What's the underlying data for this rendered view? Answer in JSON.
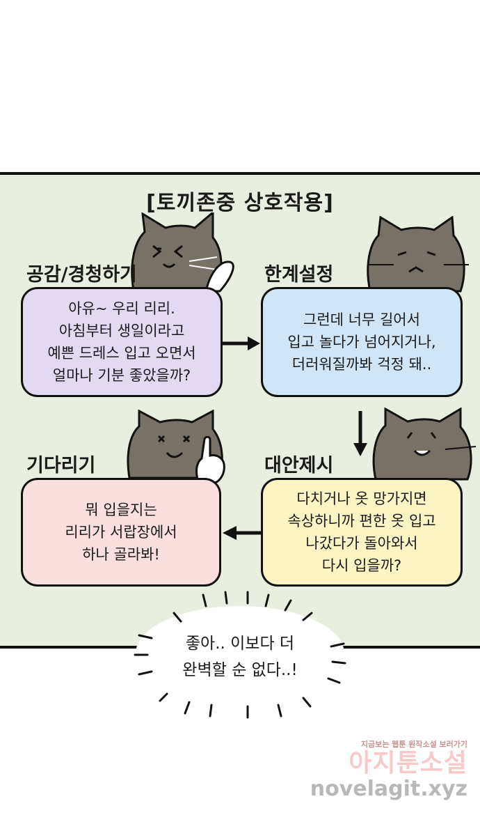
{
  "title": "[토끼존중 상호작용]",
  "steps": [
    {
      "label": "공감/경청하기",
      "lines": [
        "아유~ 우리 리리.",
        "아침부터 생일이라고",
        "예쁜 드레스 입고 오면서",
        "얼마나 기분 좋았을까?"
      ],
      "color": "#e3d9f2"
    },
    {
      "label": "한계설정",
      "lines": [
        "그런데 너무 길어서",
        "입고 놀다가 넘어지거나,",
        "더러워질까봐 걱정 돼.."
      ],
      "color": "#cfe6f9"
    },
    {
      "label": "대안제시",
      "lines": [
        "다치거나 옷 망가지면",
        "속상하니까 편한 옷 입고",
        "나갔다가 돌아와서",
        "다시 입을까?"
      ],
      "color": "#fbf4c4"
    },
    {
      "label": "기다리기",
      "lines": [
        "뭐 입을지는",
        "리리가 서랍장에서",
        "하나 골라봐!"
      ],
      "color": "#fbdede"
    }
  ],
  "bubble": {
    "lines": [
      "좋아.. 이보다 더",
      "완벽할 순 없다..!"
    ]
  },
  "watermark": {
    "tagline": "지금보는 웹툰 원작소설 보러가기",
    "brand": "아지툰소설",
    "url": "novelagit.xyz"
  }
}
